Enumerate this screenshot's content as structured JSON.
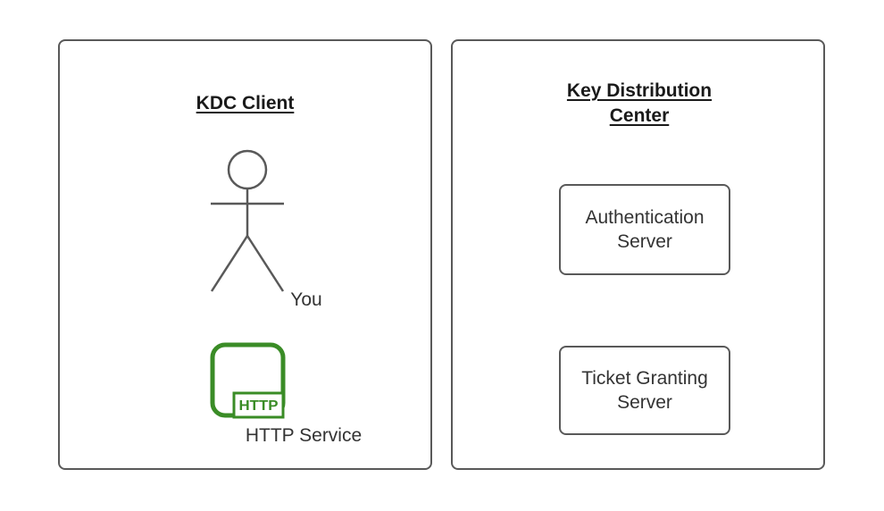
{
  "diagram": {
    "colors": {
      "shape_stroke": "#595959",
      "accent_green": "#3a8c26",
      "title_text": "#1a1a1a",
      "label_text": "#333333",
      "background": "#ffffff"
    },
    "left_panel": {
      "title": "KDC Client",
      "actor_label": "You",
      "service_label": "HTTP Service",
      "badge_label": "HTTP"
    },
    "right_panel": {
      "title": "Key Distribution Center",
      "boxes": [
        {
          "label": "Authentication Server"
        },
        {
          "label": "Ticket Granting Server"
        }
      ]
    }
  }
}
